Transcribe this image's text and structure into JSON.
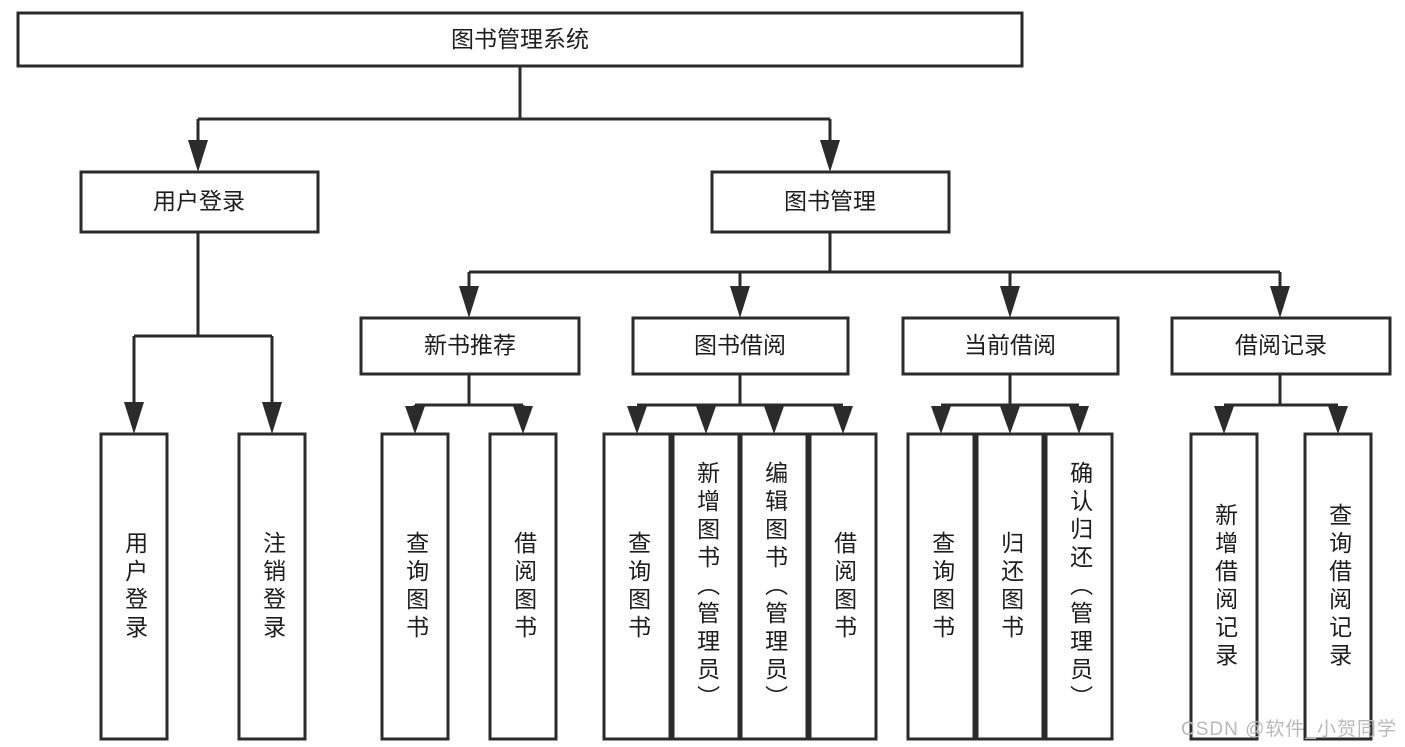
{
  "diagram": {
    "type": "tree",
    "title": "图书管理系统",
    "watermark": "CSDN @软件_小贺同学",
    "colors": {
      "stroke": "#2b2b2b",
      "fill": "#ffffff",
      "text": "#1d1d1d",
      "watermark": "#b9b9b9"
    },
    "root": {
      "label": "图书管理系统"
    },
    "level2": [
      {
        "label": "用户登录"
      },
      {
        "label": "图书管理"
      }
    ],
    "level3": [
      {
        "label": "新书推荐"
      },
      {
        "label": "图书借阅"
      },
      {
        "label": "当前借阅"
      },
      {
        "label": "借阅记录"
      }
    ],
    "leaves": {
      "user_login": [
        {
          "label": "用户登录"
        },
        {
          "label": "注销登录"
        }
      ],
      "new_book_recommend": [
        {
          "label": "查询图书"
        },
        {
          "label": "借阅图书"
        }
      ],
      "book_borrow": [
        {
          "label": "查询图书"
        },
        {
          "label": "新增图书（管理员）"
        },
        {
          "label": "编辑图书（管理员）"
        },
        {
          "label": "借阅图书"
        }
      ],
      "current_borrow": [
        {
          "label": "查询图书"
        },
        {
          "label": "归还图书"
        },
        {
          "label": "确认归还（管理员）"
        }
      ],
      "borrow_record": [
        {
          "label": "新增借阅记录"
        },
        {
          "label": "查询借阅记录"
        }
      ]
    }
  }
}
